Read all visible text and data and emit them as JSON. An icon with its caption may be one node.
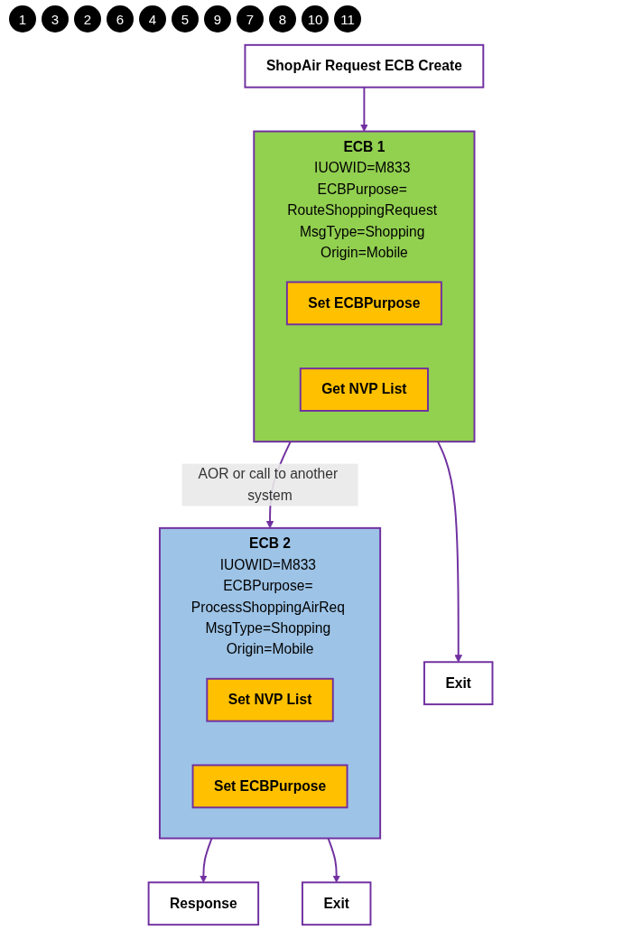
{
  "diagram": {
    "nodes": [
      {
        "text": [
          "ShopAir Request ECB Create"
        ]
      },
      {
        "text": [
          "ECB 1",
          "IUOWID=M833 ECBPurpose= RouteShoppingRequest MsgType=Shopping Origin=Mobile"
        ]
      },
      {
        "text": [
          "Set ECBPurpose"
        ],
        "in": 1
      },
      {
        "text": [
          "Get NVP List"
        ],
        "in": 1
      },
      {
        "text": [
          "Exit"
        ]
      },
      {
        "text": [
          "ECB 2",
          "IUOWID=M833 ECBPurpose= ProcessShoppingAirReq MsgType=Shopping Origin=Mobile"
        ]
      },
      {
        "text": [
          "Set NVP List"
        ],
        "in": 5
      },
      {
        "text": [
          "Set ECBPurpose"
        ],
        "in": 5
      },
      {
        "text": [
          "Response"
        ]
      },
      {
        "text": [
          "Exit"
        ]
      }
    ],
    "edges": [
      {
        "from": 0,
        "to": 1,
        "arrow": "to"
      },
      {
        "from": 1,
        "to": 4,
        "arrow": "to"
      },
      {
        "from": 1,
        "to": 5,
        "label": "AOR or call to another system",
        "arrow": "to"
      },
      {
        "from": 5,
        "to": 8,
        "arrow": "to"
      },
      {
        "from": 5,
        "to": 9,
        "arrow": "to"
      }
    ],
    "labels": [
      "1",
      "3",
      "2",
      "6",
      "4",
      "5",
      "9",
      "7",
      "8",
      "10",
      "11"
    ]
  }
}
